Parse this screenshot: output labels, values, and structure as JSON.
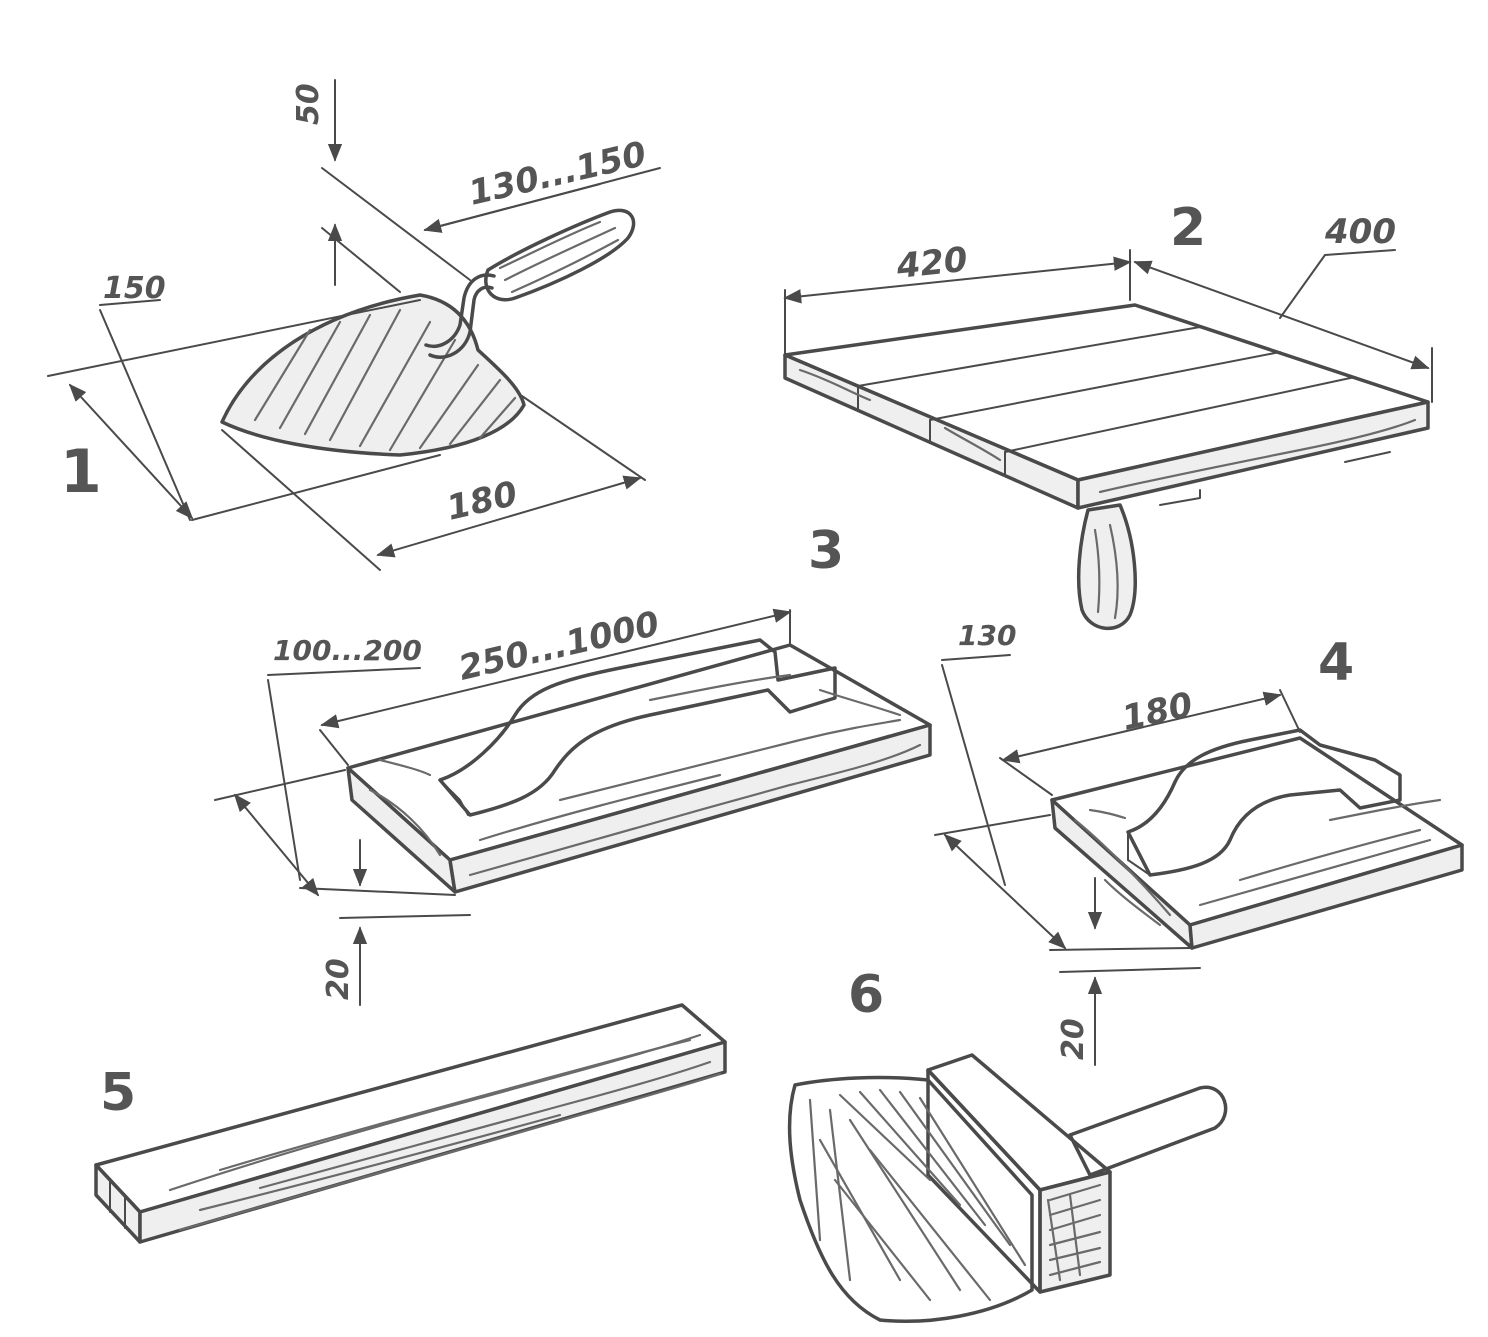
{
  "colors": {
    "ink": "#4a4a4a",
    "label": "#555555",
    "paper": "#ffffff"
  },
  "tools": [
    {
      "number": "1",
      "dims": [
        "50",
        "130...150",
        "150",
        "180"
      ]
    },
    {
      "number": "2",
      "dims": [
        "420",
        "400"
      ]
    },
    {
      "number": "3",
      "dims": [
        "100...200",
        "250...1000",
        "20"
      ]
    },
    {
      "number": "4",
      "dims": [
        "130",
        "180",
        "20"
      ]
    },
    {
      "number": "5",
      "dims": []
    },
    {
      "number": "6",
      "dims": []
    }
  ]
}
